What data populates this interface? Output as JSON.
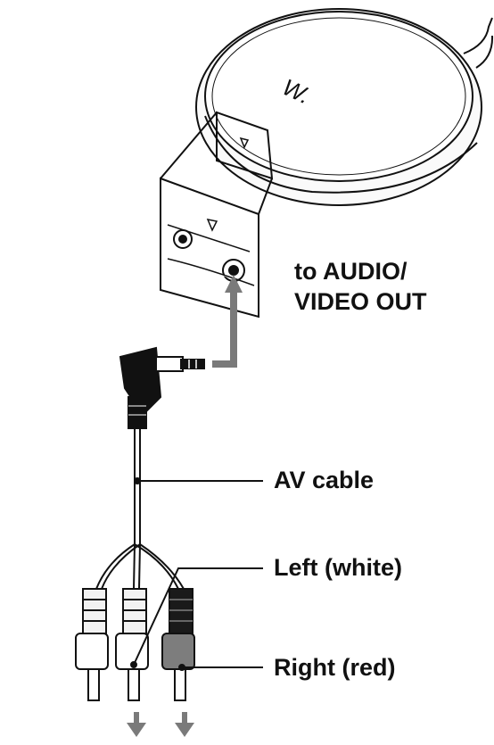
{
  "labels": {
    "audio_video_out_line1": "to AUDIO/",
    "audio_video_out_line2": "VIDEO OUT",
    "av_cable": "AV cable",
    "left_white": "Left (white)",
    "right_red": "Right (red)"
  },
  "device": {
    "logo": "W."
  },
  "colors": {
    "line": "#111111",
    "gray_arrow": "#7a7a7a",
    "white_plug": "#f2f2f2",
    "red_plug": "#7d7d7d",
    "dark_plug": "#1a1a1a"
  }
}
